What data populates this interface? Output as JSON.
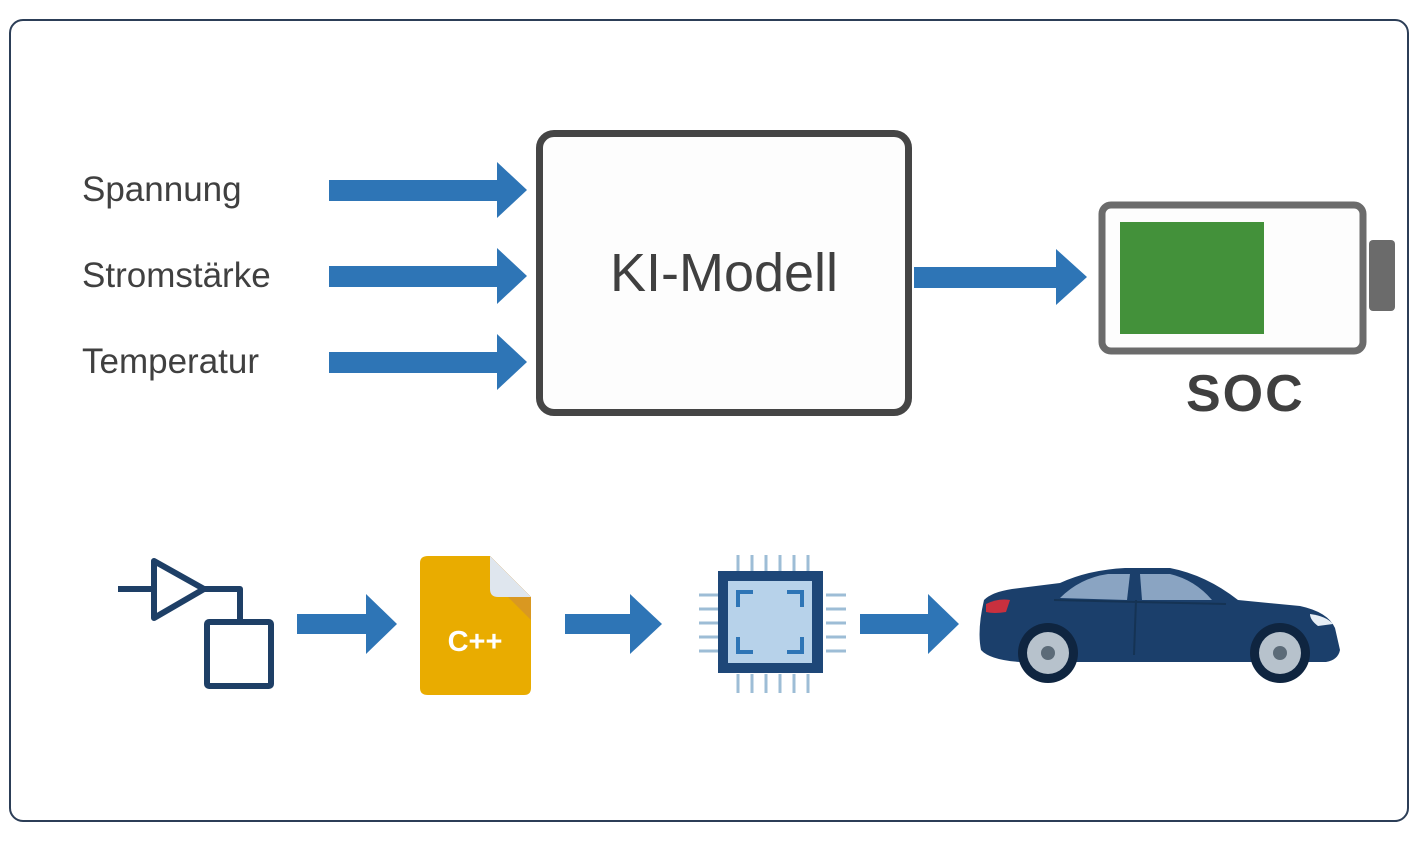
{
  "inputs": {
    "voltage": "Spannung",
    "current": "Stromstärke",
    "temperature": "Temperatur"
  },
  "model": {
    "label": "KI-Modell"
  },
  "output": {
    "label": "SOC"
  },
  "pipeline": {
    "icons": [
      "simulink-model-icon",
      "cpp-file-icon",
      "microchip-icon",
      "car-icon"
    ],
    "code_label": "C++"
  },
  "colors": {
    "arrow": "#2e75b6",
    "frame_border": "#2c3e57",
    "battery_fill": "#43913a",
    "battery_border": "#6b6b6b",
    "file_icon": "#e9ac00",
    "chip": "#1e4778",
    "car": "#1b3f6b"
  }
}
